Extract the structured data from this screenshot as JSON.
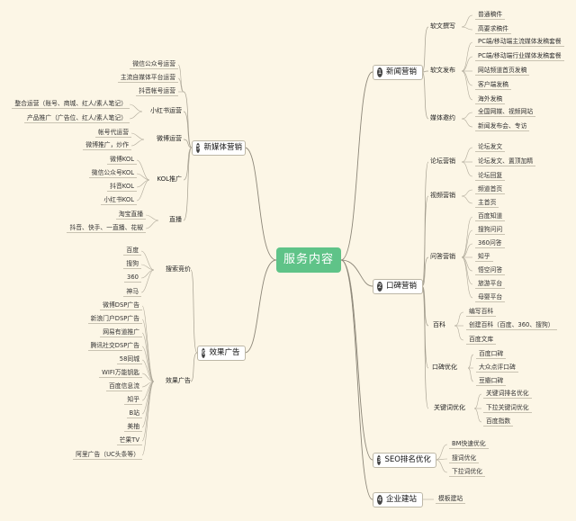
{
  "center": "服务内容",
  "branches": [
    {
      "id": "b1",
      "num": "1",
      "label": "新闻营销",
      "side": "right",
      "groups": [
        {
          "label": "软文撰写",
          "items": [
            "普通稿件",
            "高要求稿件"
          ]
        },
        {
          "label": "软文发布",
          "items": [
            "PC端/移动端主流媒体发稿套餐",
            "PC端/移动端行业媒体发稿套餐",
            "网站频道首页发稿",
            "客户端发稿",
            "海外发稿"
          ]
        },
        {
          "label": "媒体邀约",
          "items": [
            "全国网媒、视频网站",
            "新闻发布会、专访"
          ]
        }
      ]
    },
    {
      "id": "b2",
      "num": "2",
      "label": "口碑营销",
      "side": "right",
      "groups": [
        {
          "label": "论坛营销",
          "items": [
            "论坛发文",
            "论坛发文、置顶加精",
            "论坛回复"
          ]
        },
        {
          "label": "视频营销",
          "items": [
            "频道首页",
            "主首页"
          ]
        },
        {
          "label": "问答营销",
          "items": [
            "百度知道",
            "搜狗问问",
            "360问答",
            "知乎",
            "悟空问答",
            "旅游平台",
            "母婴平台"
          ]
        },
        {
          "label": "百科",
          "items": [
            "编写百科",
            "创建百科（百度、360、搜狗）",
            "百度文库"
          ]
        },
        {
          "label": "口碑优化",
          "items": [
            "百度口碑",
            "大众点评口碑",
            "豆瓣口碑"
          ]
        },
        {
          "label": "关键词优化",
          "items": [
            "关键词排名优化",
            "下拉关键词优化",
            "百度指数"
          ]
        }
      ]
    },
    {
      "id": "b3",
      "num": "3",
      "label": "SEO排名优化",
      "side": "right",
      "groups": [
        {
          "label": "",
          "items": [
            "BM快速优化",
            "搜词优化",
            "下拉词优化"
          ]
        }
      ]
    },
    {
      "id": "b4",
      "num": "4",
      "label": "企业建站",
      "side": "right",
      "groups": [
        {
          "label": "",
          "items": [
            "模板建站"
          ]
        }
      ]
    },
    {
      "id": "b5",
      "num": "5",
      "label": "新媒体营销",
      "side": "left",
      "groups": [
        {
          "label": "",
          "items": [
            "微信公众号运营",
            "主流自媒体平台运营",
            "抖音帐号运营"
          ]
        },
        {
          "label": "小红书运营",
          "items": [
            "整合运营（账号、商城、红人/素人笔记）",
            "产品推广（广告位、红人/素人笔记）"
          ]
        },
        {
          "label": "微博运营",
          "items": [
            "帐号代运营",
            "微博推广，炒作"
          ]
        },
        {
          "label": "KOL推广",
          "items": [
            "微博KOL",
            "微信公众号KOL",
            "抖音KOL",
            "小红书KOL"
          ]
        },
        {
          "label": "直播",
          "items": [
            "淘宝直播",
            "抖音、快手、一直播、花椒"
          ]
        }
      ]
    },
    {
      "id": "b6",
      "num": "6",
      "label": "效果广告",
      "side": "left",
      "groups": [
        {
          "label": "搜索竞价",
          "items": [
            "百度",
            "搜狗",
            "360",
            "神马"
          ]
        },
        {
          "label": "效果广告",
          "items": [
            "微博DSP广告",
            "新浪门户DSP广告",
            "网易有道推广",
            "腾讯社交DSP广告",
            "58同城",
            "WIFI万能钥匙",
            "百度信息流",
            "知乎",
            "B站",
            "美柚",
            "芒果TV",
            "阿里广告（UC头条等）"
          ]
        }
      ]
    }
  ]
}
